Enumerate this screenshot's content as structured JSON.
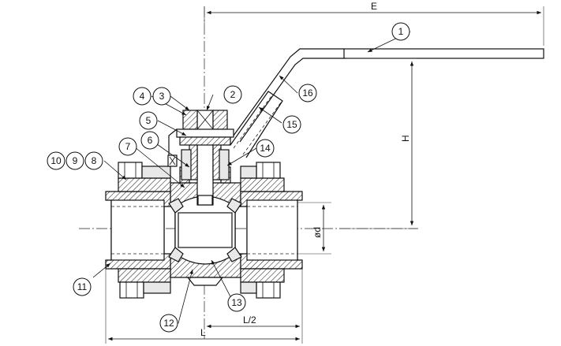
{
  "dimensions": {
    "E": "E",
    "H": "H",
    "d": "ød",
    "half_L": "L/2",
    "L": "L"
  },
  "balloons": [
    "1",
    "2",
    "3",
    "4",
    "5",
    "6",
    "7",
    "8",
    "9",
    "10",
    "11",
    "12",
    "13",
    "14",
    "15",
    "16"
  ]
}
